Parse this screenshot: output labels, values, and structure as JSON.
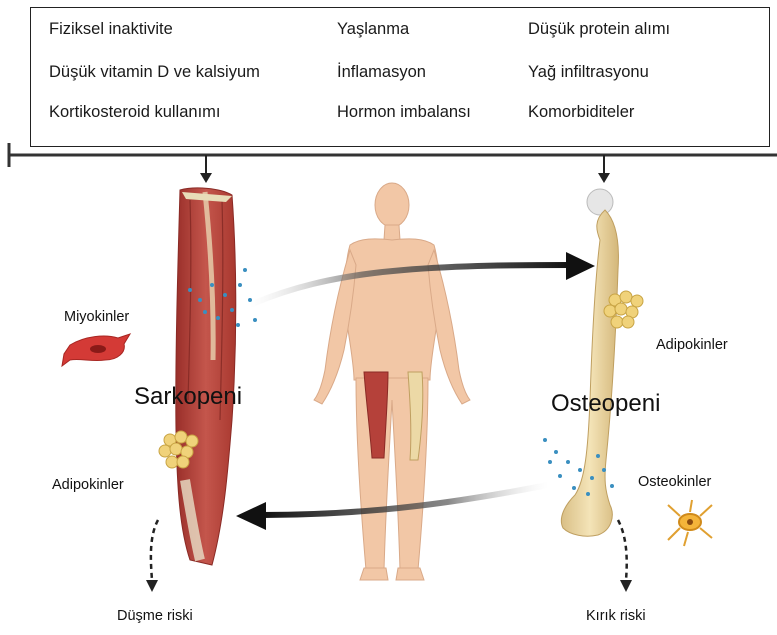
{
  "factors": [
    "Fiziksel inaktivite",
    "Yaşlanma",
    "Düşük protein alımı",
    "Düşük vitamin D ve kalsiyum",
    "İnflamasyon",
    "Yağ infiltrasyonu",
    "Kortikosteroid kullanımı",
    "Hormon imbalansı",
    "Komorbiditeler"
  ],
  "labels": {
    "miyokinler": "Miyokinler",
    "adipokinler_left": "Adipokinler",
    "adipokinler_right": "Adipokinler",
    "osteokinler": "Osteokinler",
    "sarkopeni": "Sarkopeni",
    "osteopeni": "Osteopeni",
    "dusme_riski": "Düşme riski",
    "kirik_riski": "Kırık riski"
  },
  "colors": {
    "muscle": "#b5413a",
    "bone": "#ecd9a6",
    "fat": "#f0d27a",
    "skin": "#f2c7a6",
    "particles": "#3a8fc0"
  }
}
